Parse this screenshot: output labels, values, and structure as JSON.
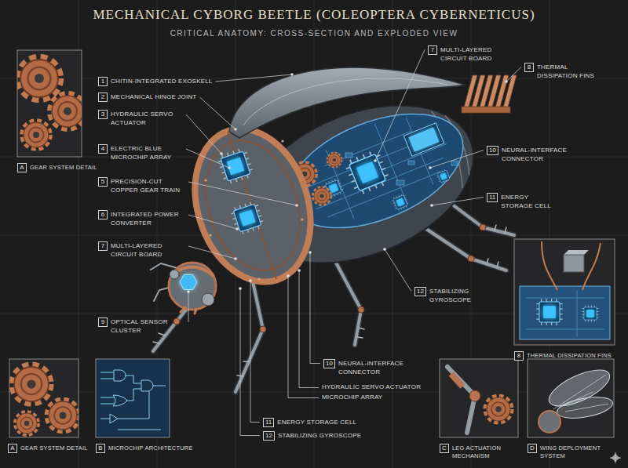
{
  "diagram": {
    "title": "MECHANICAL CYBORG BEETLE (COLEOPTERA CYBERNETICUS)",
    "nodes": [
      {
        "text": [
          "7",
          "MULTI-LAYERED CIRCUIT BOARD"
        ]
      },
      {
        "text": [
          "8",
          "THERMAL DISSIPATION FINS"
        ]
      },
      {
        "text": [
          "1",
          "CHITIN-INTEGRATED EXOSKELL"
        ]
      },
      {
        "text": [
          "2",
          "MECHANICAL HINGE JOINT"
        ]
      },
      {
        "text": [
          "3",
          "HYDRAULIC SERVO ACTUATOR"
        ]
      },
      {
        "text": [
          "4",
          "ELECTRIC BLUE MICROCHIP ARRAY"
        ]
      },
      {
        "text": [
          "10",
          "NEURAL-INTERFACE CONNECTOR"
        ]
      },
      {
        "text": [
          "A",
          "GEAR SYSTEM DETAIL"
        ]
      },
      {
        "text": [
          "5",
          "PRECISION-CUT COPPER GEAR TRAIN"
        ]
      },
      {
        "text": [
          "11",
          "ENERGY STORAGE CELL"
        ]
      },
      {
        "text": [
          "6",
          "INTEGRATED POWER CONVERTER"
        ]
      },
      {
        "text": [
          "7",
          "MULTI-LAYERED CIRCUIT BOARD"
        ]
      },
      {
        "text": [
          "12",
          "STABILIZING GYROSCOPE"
        ]
      },
      {
        "text": [
          "9",
          "OPTICAL SENSOR CLUSTER"
        ]
      },
      {
        "text": [
          "8",
          "THERMAL DISSIPATION FINS"
        ]
      },
      {
        "text": [
          "10",
          "NEURAL-INTERFACE CONNECTOR"
        ]
      },
      {
        "text": [
          "11",
          "ENERGY STORAGE CELL"
        ]
      },
      {
        "text": [
          "12",
          "STABILIZING GYROSCOPE"
        ]
      },
      {
        "text": [
          "A",
          "GEAR SYSTEM DETAIL"
        ]
      },
      {
        "text": [
          "B",
          "MICROCHIP ARCHITECTURE"
        ]
      },
      {
        "text": [
          "C",
          "LEG ACTUATION MECHANISM"
        ]
      },
      {
        "text": [
          "D",
          "WING DEPLOYMENT SYSTEM"
        ]
      }
    ],
    "labels": [
      "CRITICAL ANATOMY: CROSS-SECTION AND EXPLODED VIEW",
      "HYDRAULIC SERVO ACTUATOR",
      "MICROCHIP ARRAY"
    ]
  }
}
